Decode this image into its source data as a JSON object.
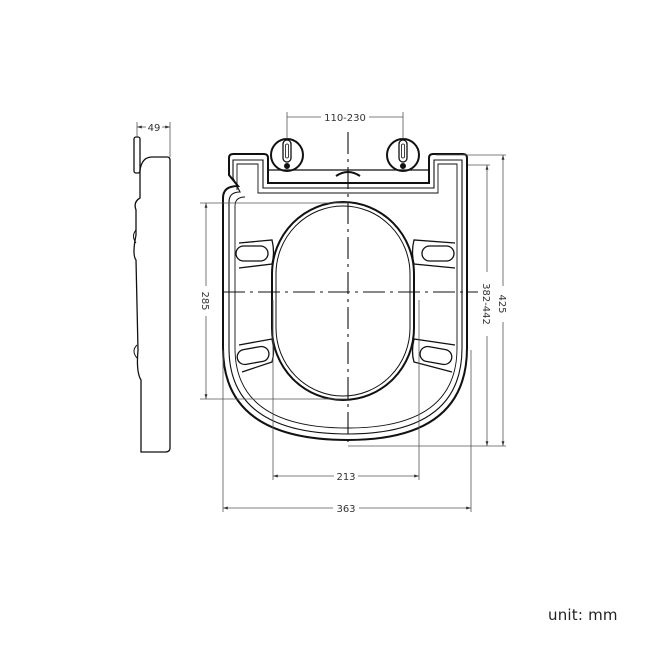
{
  "diagram": {
    "subject": "D-shaped toilet seat technical drawing",
    "views": [
      "side-view",
      "top-view"
    ],
    "unit_label": "unit: mm",
    "colors": {
      "outline": "#111111",
      "dimension_line": "#555555",
      "text": "#333333",
      "background": "#ffffff"
    },
    "dimensions": {
      "side_thickness": "49",
      "hinge_spacing": "110-230",
      "inner_opening_length": "285",
      "fixing_to_front": "382-442",
      "overall_length": "425",
      "inner_opening_width": "213",
      "overall_width": "363"
    }
  }
}
